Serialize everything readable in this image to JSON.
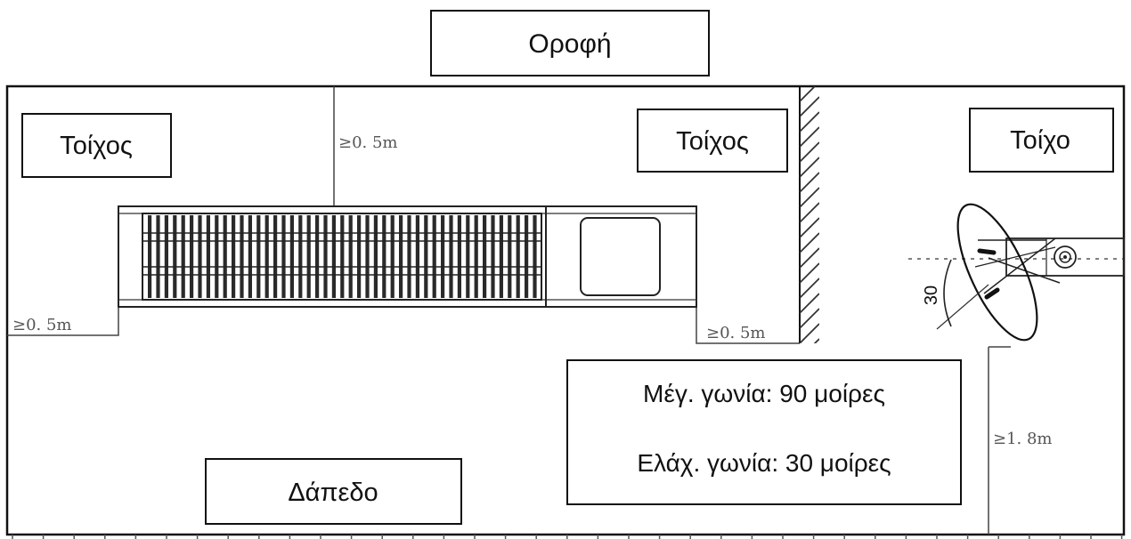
{
  "labels": {
    "ceiling": "Οροφή",
    "wall_left": "Τοίχος",
    "wall_middle": "Τοίχος",
    "wall_right": "Τοίχο",
    "floor": "Δάπεδο"
  },
  "angles": {
    "max": "Μέγ. γωνία: 90 μοίρες",
    "min": "Ελάχ. γωνία: 30 μοίρες"
  },
  "dimensions": {
    "top_clearance": "≥0. 5m",
    "left_clearance": "≥0. 5m",
    "right_clearance": "≥0. 5m",
    "min_height": "≥1. 8m",
    "tilt_angle": "30"
  }
}
